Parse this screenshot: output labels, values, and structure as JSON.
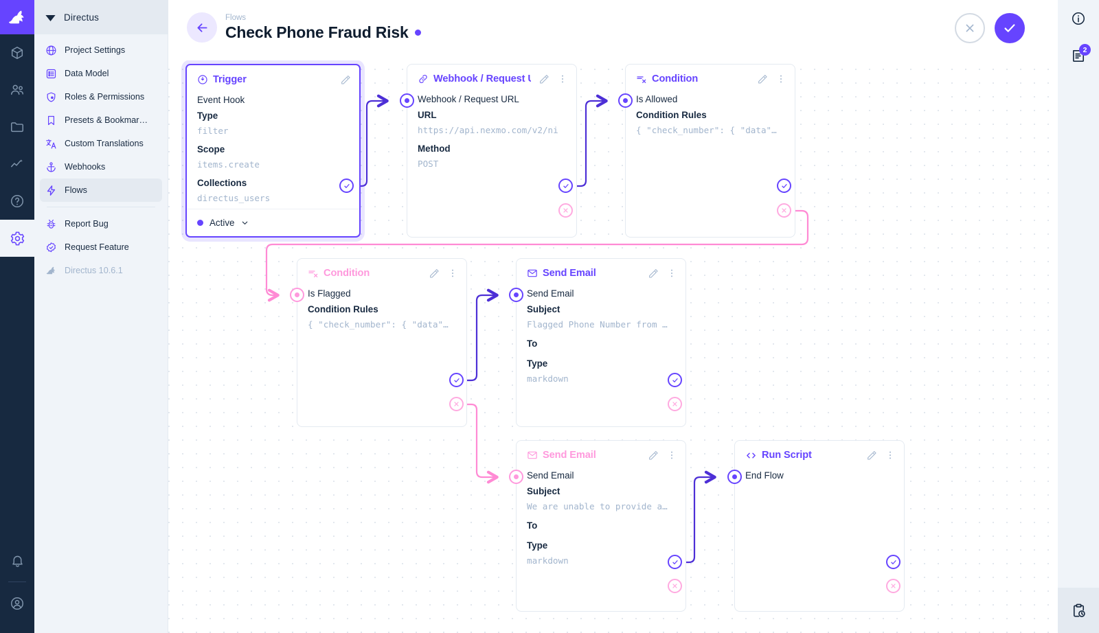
{
  "app": {
    "brand": "Directus",
    "version_label": "Directus 10.6.1"
  },
  "rail": {
    "items": [
      {
        "name": "rabbit-logo-icon",
        "label": "Directus"
      },
      {
        "name": "box-icon",
        "label": "Content"
      },
      {
        "name": "users-icon",
        "label": "User Directory"
      },
      {
        "name": "folder-icon",
        "label": "File Library"
      },
      {
        "name": "insights-icon",
        "label": "Insights"
      },
      {
        "name": "help-icon",
        "label": "Help"
      },
      {
        "name": "gear-icon",
        "label": "Settings"
      },
      {
        "name": "bell-icon",
        "label": "Notifications"
      },
      {
        "name": "account-icon",
        "label": "Account"
      }
    ]
  },
  "sidebar": {
    "title": "Directus",
    "items": [
      {
        "label": "Project Settings",
        "icon": "globe-icon",
        "selected": false,
        "muted": false
      },
      {
        "label": "Data Model",
        "icon": "list-box-icon",
        "selected": false,
        "muted": false
      },
      {
        "label": "Roles & Permissions",
        "icon": "shield-icon",
        "selected": false,
        "muted": false
      },
      {
        "label": "Presets & Bookmar…",
        "icon": "bookmark-icon",
        "selected": false,
        "muted": false
      },
      {
        "label": "Custom Translations",
        "icon": "translate-icon",
        "selected": false,
        "muted": false
      },
      {
        "label": "Webhooks",
        "icon": "anchor-icon",
        "selected": false,
        "muted": false
      },
      {
        "label": "Flows",
        "icon": "bolt-icon",
        "selected": true,
        "muted": false
      }
    ],
    "footer_items": [
      {
        "label": "Report Bug",
        "icon": "bug-icon",
        "muted": false
      },
      {
        "label": "Request Feature",
        "icon": "badge-check-icon",
        "muted": false
      },
      {
        "label": "Directus 10.6.1",
        "icon": "rabbit-icon",
        "muted": true
      }
    ]
  },
  "header": {
    "breadcrumb": "Flows",
    "title": "Check Phone Fraud Risk",
    "status_dot_color": "#6644ff",
    "back_label": "Back",
    "cancel_label": "Cancel",
    "save_label": "Save"
  },
  "colors": {
    "accent": "#6644ff",
    "pink": "#ff99dd",
    "pink_line": "#ff8ad4",
    "border": "#e4eaf1",
    "muted_text": "#a2b5cd",
    "dark": "#172940"
  },
  "nodes": [
    {
      "id": "trigger",
      "kind": "trigger",
      "icon": "trigger-bolt-circle-icon",
      "title": "Trigger",
      "name": "Event Hook",
      "accent": "purple",
      "fields": [
        {
          "label": "Type",
          "value": "filter"
        },
        {
          "label": "Scope",
          "value": "items.create"
        },
        {
          "label": "Collections",
          "value": "directus_users"
        }
      ],
      "footer": {
        "status": "Active"
      }
    },
    {
      "id": "webhook",
      "kind": "operation",
      "icon": "link-icon",
      "title": "Webhook / Request U",
      "name": "Webhook / Request URL",
      "accent": "purple",
      "fields": [
        {
          "label": "URL",
          "value": "https://api.nexmo.com/v2/ni"
        },
        {
          "label": "Method",
          "value": "POST"
        }
      ]
    },
    {
      "id": "condition-allowed",
      "kind": "operation",
      "icon": "condition-icon",
      "title": "Condition",
      "name": "Is Allowed",
      "accent": "purple",
      "fields": [
        {
          "label": "Condition Rules",
          "value": "{ \"check_number\": { \"data\"…"
        }
      ]
    },
    {
      "id": "condition-flagged",
      "kind": "operation",
      "icon": "condition-icon",
      "title": "Condition",
      "name": "Is Flagged",
      "accent": "pink",
      "fields": [
        {
          "label": "Condition Rules",
          "value": "{ \"check_number\": { \"data\"…"
        }
      ]
    },
    {
      "id": "send-email-flagged",
      "kind": "operation",
      "icon": "mail-icon",
      "title": "Send Email",
      "name": "Send Email",
      "accent": "purple",
      "fields": [
        {
          "label": "Subject",
          "value": "Flagged Phone Number from …"
        },
        {
          "label": "To",
          "value": ""
        },
        {
          "label": "Type",
          "value": "markdown"
        }
      ]
    },
    {
      "id": "send-email-unable",
      "kind": "operation",
      "icon": "mail-icon",
      "title": "Send Email",
      "name": "Send Email",
      "accent": "pink",
      "fields": [
        {
          "label": "Subject",
          "value": "We are unable to provide a…"
        },
        {
          "label": "To",
          "value": ""
        },
        {
          "label": "Type",
          "value": "markdown"
        }
      ]
    },
    {
      "id": "run-script",
      "kind": "operation",
      "icon": "code-icon",
      "title": "Run Script",
      "name": "End Flow",
      "accent": "purple",
      "fields": []
    }
  ],
  "rightbar": {
    "items": [
      {
        "name": "info-icon",
        "label": "Info",
        "badge": null
      },
      {
        "name": "logs-icon",
        "label": "Logs",
        "badge": "2"
      }
    ],
    "bottom": {
      "name": "clipboard-clock-icon",
      "label": "Activity Log"
    }
  }
}
